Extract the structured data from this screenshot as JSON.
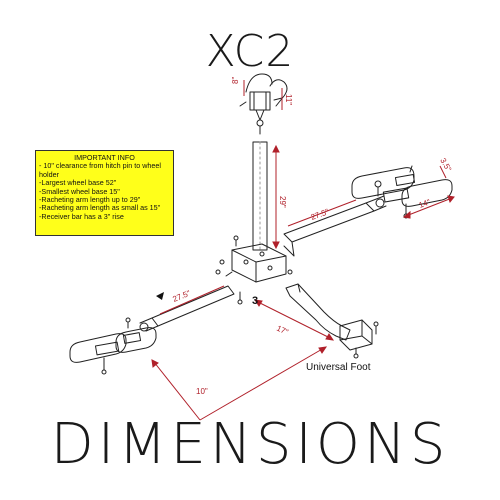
{
  "model_title": "XC2",
  "page_title": "DIMENSIONS",
  "info_box": {
    "heading": "IMPORTANT INFO",
    "lines": [
      "- 10\" clearance from hitch pin to wheel",
      "holder",
      "-Largest wheel base 52\"",
      "-Smallest wheel base 15\"",
      "-Racheting arm length up to 29\"",
      "-Racheting arm length as small as 15\"",
      "-Receiver bar has a 3\" rise"
    ]
  },
  "dimensions": {
    "top_width": "8\"",
    "top_height": "11\"",
    "mast_height": "29\"",
    "right_arm_length": "27.5\"",
    "right_holder_height": "3.5\"",
    "right_holder_length": "14\"",
    "left_arm_length": "27.5\"",
    "rise": "3",
    "receiver_length": "17\"",
    "clearance": "10\""
  },
  "labels": {
    "universal_foot": "Universal Foot"
  },
  "colors": {
    "dimension": "#b0202a",
    "info_box": "#ffff1a",
    "line": "#222222"
  }
}
